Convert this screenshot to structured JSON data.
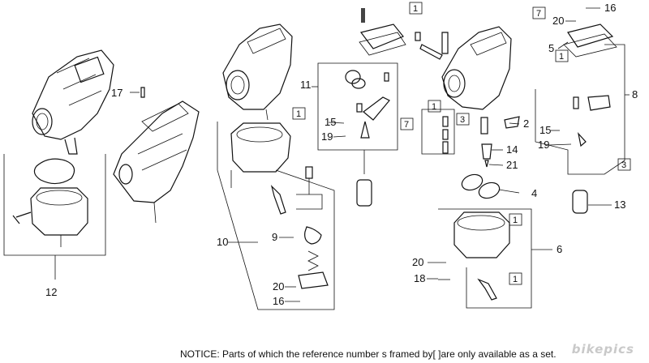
{
  "callouts": {
    "p1": "1",
    "p2": "2",
    "p3": "3",
    "p4": "4",
    "p5": "5",
    "p6": "6",
    "p7": "7",
    "p8": "8",
    "p9": "9",
    "p10": "10",
    "p11": "11",
    "p12": "12",
    "p13": "13",
    "p14": "14",
    "p15": "15",
    "p16": "16",
    "p17": "17",
    "p18": "18",
    "p19": "19",
    "p20": "20",
    "p21": "21"
  },
  "notice": "NOTICE: Parts of which the reference number s framed by[  ]are only available as a set.",
  "watermark": "bikepics"
}
